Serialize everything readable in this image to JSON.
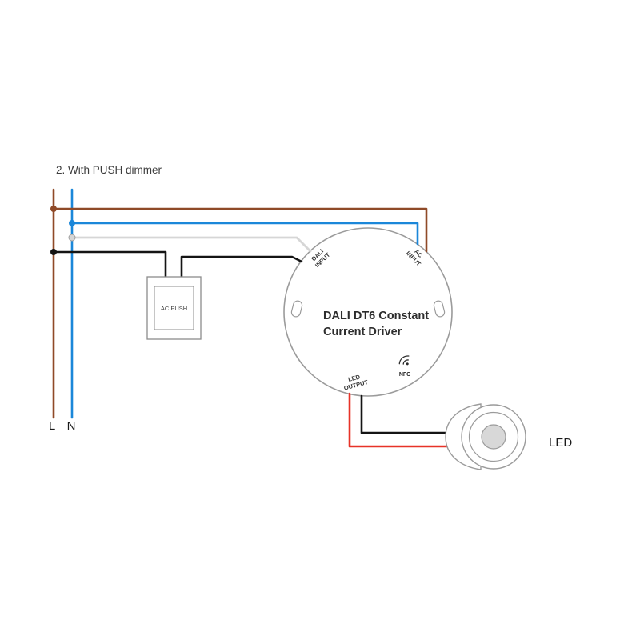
{
  "title": "2. With PUSH dimmer",
  "wire_labels": {
    "live": "L",
    "neutral": "N"
  },
  "push_dimmer": {
    "label": "AC PUSH"
  },
  "driver": {
    "title_line1": "DALI DT6 Constant",
    "title_line2": "Current Driver",
    "dali_port_line1": "DALI",
    "dali_port_line2": "INPUT",
    "ac_port_line1": "AC",
    "ac_port_line2": "INPUT",
    "led_port_line1": "LED",
    "led_port_line2": "OUTPUT",
    "nfc_label": "NFC"
  },
  "led": {
    "label": "LED"
  },
  "colors": {
    "live_brown": "#8f4a28",
    "neutral_blue": "#1b87d9",
    "dali_grey": "#d6d6d6",
    "switch_black": "#141414",
    "led_red": "#e73328",
    "outline_grey": "#9b9b9b"
  }
}
